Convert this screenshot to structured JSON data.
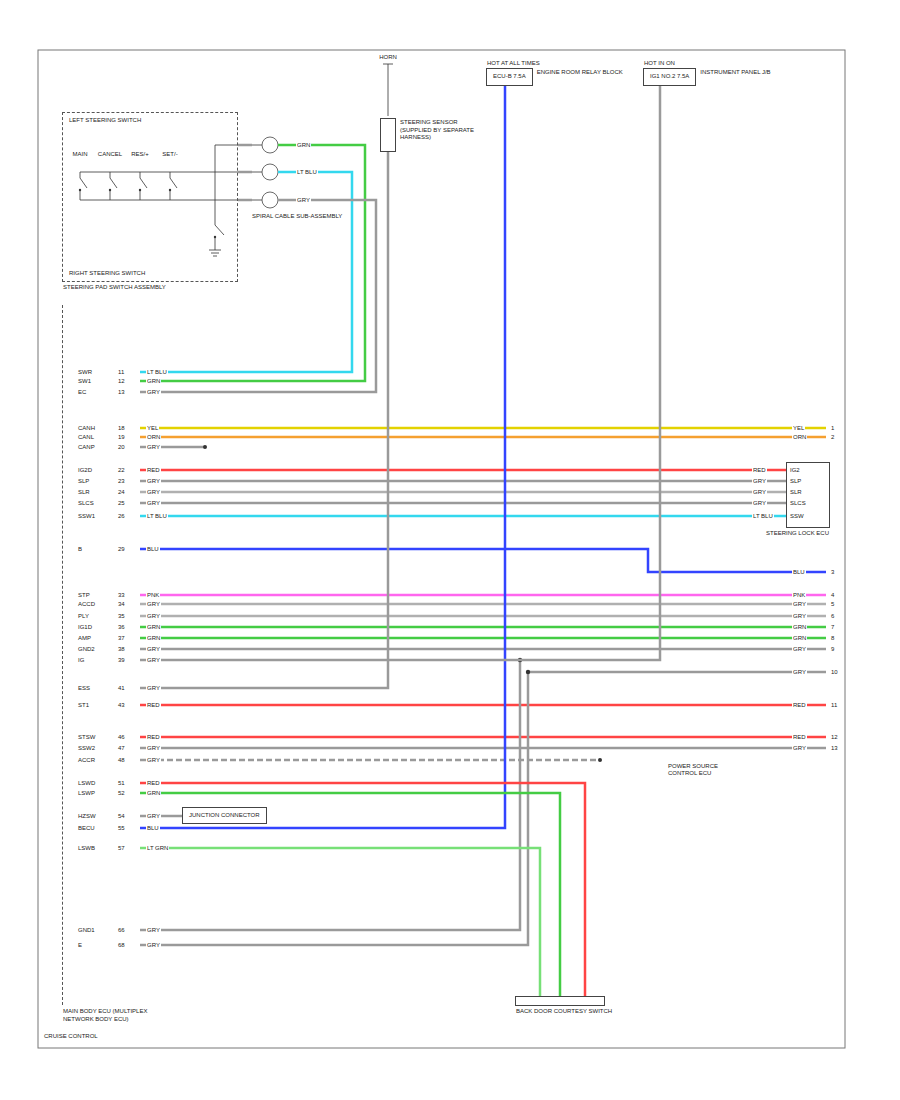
{
  "diagram": {
    "nodes": [
      {
        "text": [
          "LEFT STEERING SWITCH",
          "RIGHT STEERING SWITCH",
          "STEERING PAD SWITCH ASSEMBLY"
        ]
      },
      {
        "text": [
          "SPIRAL CABLE SUB-ASSEMBLY"
        ]
      },
      {
        "text": [
          "STEERING SENSOR (SUPPLIED BY SEPARATE HARNESS)"
        ]
      },
      {
        "text": [
          "HOT AT ALL TIMES",
          "ECU-B 7.5A",
          "ENGINE ROOM RELAY BLOCK"
        ]
      },
      {
        "text": [
          "HOT IN ON",
          "IG1 NO.2 7.5A",
          "INSTRUMENT PANEL J/B"
        ]
      },
      {
        "text": [
          "MAIN BODY ECU (MULTIPLEX NETWORK BODY ECU)"
        ]
      },
      {
        "text": [
          "JUNCTION CONNECTOR"
        ]
      },
      {
        "text": [
          "STEERING LOCK ECU"
        ]
      },
      {
        "text": [
          "BACK DOOR COURTESY SWITCH"
        ]
      }
    ],
    "edges": [
      {
        "from": 0,
        "to": 1,
        "arrow": "none"
      },
      {
        "from": 0,
        "to": 1,
        "arrow": "none"
      },
      {
        "from": 0,
        "to": 1,
        "arrow": "none"
      },
      {
        "from": 1,
        "to": 5,
        "arrow": "none"
      },
      {
        "from": 1,
        "to": 5,
        "arrow": "none"
      },
      {
        "from": 1,
        "to": 5,
        "arrow": "none"
      },
      {
        "from": 5,
        "to": 7,
        "arrow": "none"
      },
      {
        "from": 5,
        "to": 7,
        "arrow": "none"
      },
      {
        "from": 5,
        "to": 7,
        "arrow": "none"
      },
      {
        "from": 5,
        "to": 7,
        "arrow": "none"
      },
      {
        "from": 5,
        "to": 7,
        "arrow": "none"
      },
      {
        "from": 3,
        "to": 5,
        "arrow": "none"
      },
      {
        "from": 4,
        "to": 5,
        "arrow": "none"
      },
      {
        "from": 2,
        "to": 5,
        "arrow": "none"
      },
      {
        "from": 5,
        "to": 6,
        "arrow": "none"
      },
      {
        "from": 5,
        "to": 8,
        "arrow": "none"
      },
      {
        "from": 5,
        "to": 8,
        "arrow": "none"
      },
      {
        "from": 5,
        "to": 8,
        "arrow": "none"
      }
    ],
    "labels": [
      "SWR",
      "11",
      "LT BLU",
      "SW1",
      "12",
      "GRN",
      "EC",
      "13",
      "GRY",
      "CANH",
      "18",
      "YEL",
      "CANL",
      "19",
      "ORN",
      "CANP",
      "20",
      "GRY",
      "IG2D",
      "22",
      "RED",
      "SLP",
      "23",
      "GRY",
      "SLR",
      "24",
      "GRY",
      "SLCS",
      "25",
      "GRY",
      "SSW1",
      "26",
      "LT BLU",
      "B",
      "29",
      "BLU",
      "STP",
      "33",
      "PNK",
      "ACCD",
      "34",
      "GRY",
      "PLY",
      "35",
      "GRY",
      "IG1D",
      "36",
      "GRN",
      "AMP",
      "37",
      "GRN",
      "GND2",
      "38",
      "GRY",
      "IG",
      "39",
      "GRY",
      "ESS",
      "41",
      "GRY",
      "ST1",
      "43",
      "RED",
      "STSW",
      "46",
      "RED",
      "SSW2",
      "47",
      "GRY",
      "ACCR",
      "48",
      "GRY",
      "LSWD",
      "51",
      "RED",
      "LSWP",
      "52",
      "GRN",
      "HZSW",
      "54",
      "GRY",
      "BECU",
      "55",
      "BLU",
      "LSWB",
      "57",
      "LT GRN",
      "GND1",
      "66",
      "GRY",
      "E",
      "68",
      "GRY",
      "YEL",
      "ORN",
      "BLU",
      "PNK",
      "GRY",
      "GRY",
      "GRN",
      "GRN",
      "GRY",
      "GRY",
      "RED",
      "RED",
      "GRY",
      "1",
      "2",
      "3",
      "4",
      "5",
      "6",
      "7",
      "8",
      "9",
      "10",
      "11",
      "12",
      "13",
      "IG2",
      "SLP",
      "SLR",
      "SLCS",
      "SSW",
      "RED",
      "GRY",
      "GRY",
      "GRY",
      "LT BLU",
      "GRN",
      "LT BLU",
      "GRY",
      "MAIN",
      "CANCEL",
      "RES/+",
      "SET/-",
      "HORN",
      "POWER SOURCE CONTROL ECU",
      "CRUISE CONTROL"
    ]
  }
}
